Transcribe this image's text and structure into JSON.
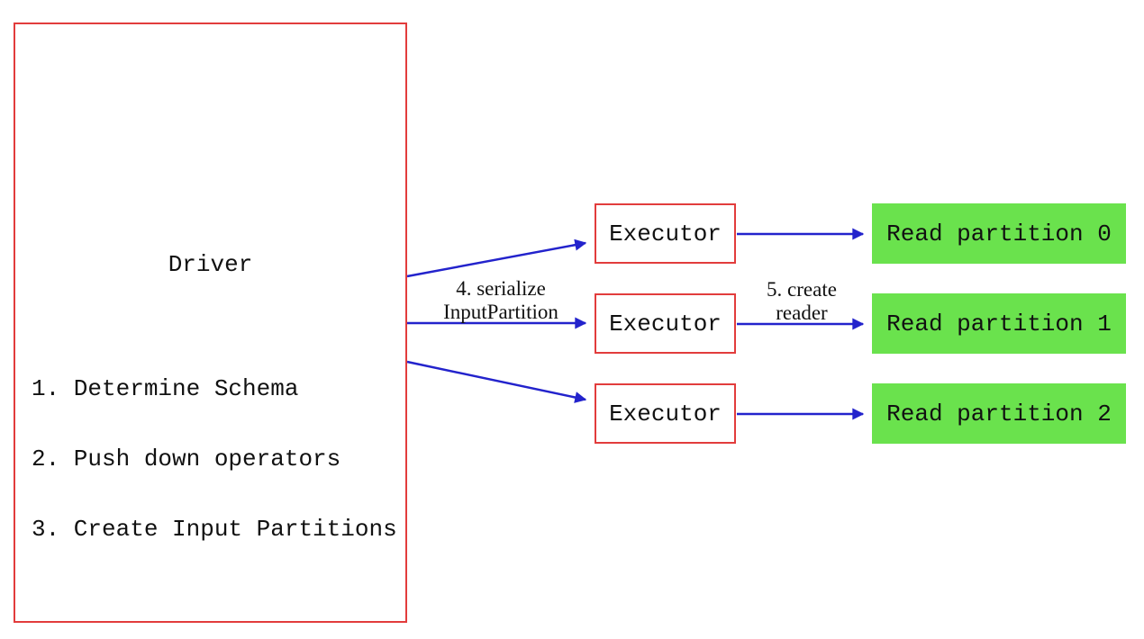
{
  "colors": {
    "box_border": "#e23c3c",
    "arrow": "#2323cc",
    "partition_fill": "#6ae24d",
    "text": "#111111",
    "bg": "#ffffff"
  },
  "driver": {
    "title": "Driver",
    "steps": [
      "1. Determine Schema",
      "2. Push down operators",
      "3. Create Input Partitions"
    ]
  },
  "executors": [
    {
      "label": "Executor"
    },
    {
      "label": "Executor"
    },
    {
      "label": "Executor"
    }
  ],
  "partitions": [
    {
      "label": "Read partition 0"
    },
    {
      "label": "Read partition 1"
    },
    {
      "label": "Read partition 2"
    }
  ],
  "edge_labels": {
    "serialize": {
      "line1": "4. serialize",
      "line2": "InputPartition"
    },
    "create_reader": {
      "line1": "5. create",
      "line2": "reader"
    }
  }
}
